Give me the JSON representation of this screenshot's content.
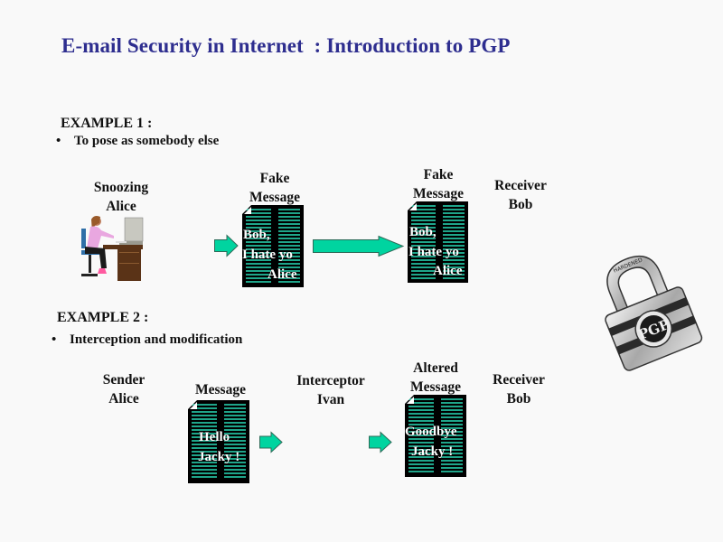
{
  "title": "E-mail Security in Internet  : Introduction to PGP",
  "example1": {
    "heading": "EXAMPLE 1 :",
    "bullet": "To pose as somebody else",
    "actors": {
      "sender_line1": "Snoozing",
      "sender_line2": "Alice",
      "msg1_line1": "Fake",
      "msg1_line2": "Message",
      "msg2_line1": "Fake",
      "msg2_line2": "Message",
      "receiver_line1": "Receiver",
      "receiver_line2": "Bob"
    },
    "message_text": {
      "line1": "Bob,",
      "line2": "I hate yo",
      "line3": "Alice"
    }
  },
  "example2": {
    "heading": "EXAMPLE 2 :",
    "bullet": "Interception and modification",
    "actors": {
      "sender_line1": "Sender",
      "sender_line2": "Alice",
      "msg1_label": "Message",
      "interceptor_line1": "Interceptor",
      "interceptor_line2": "Ivan",
      "msg2_line1": "Altered",
      "msg2_line2": "Message",
      "receiver_line1": "Receiver",
      "receiver_line2": "Bob"
    },
    "original_message": {
      "line1": "Hello",
      "line2": "Jacky !"
    },
    "altered_message": {
      "line1": "Goodbye",
      "line2": "Jacky !"
    }
  },
  "lock": {
    "shackle_text": "HARDENED",
    "badge_text": "PGP"
  },
  "bullet_glyph": "•",
  "colors": {
    "title": "#2e2e8f",
    "arrow": "#00d4a0",
    "doc_lines": "#1fa58a",
    "background": "#f9f9f9"
  }
}
